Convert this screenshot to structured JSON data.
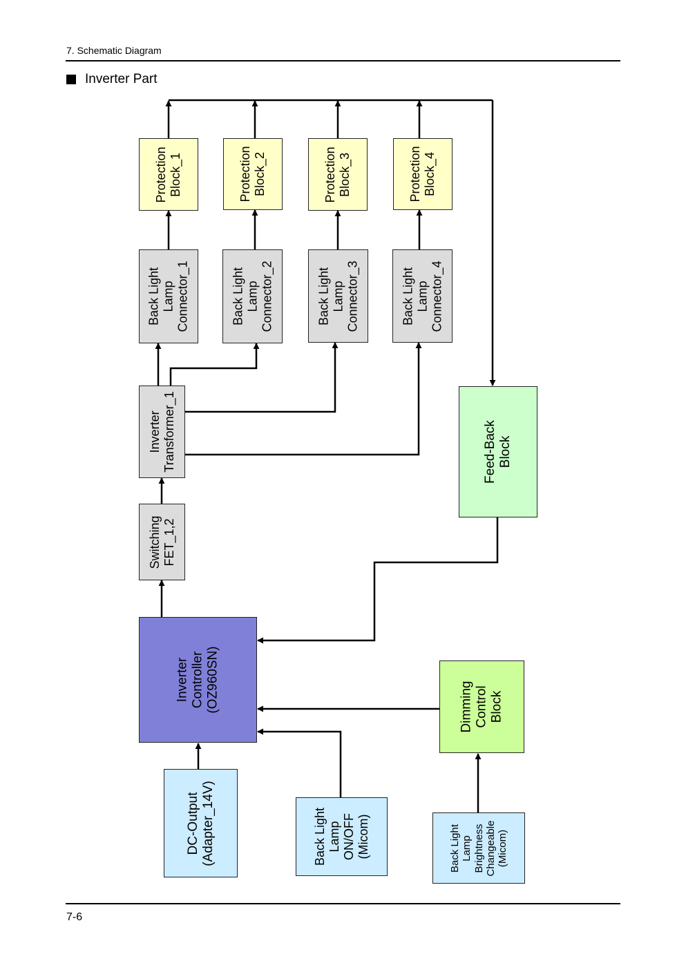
{
  "header": {
    "section_path": "7. Schematic Diagram"
  },
  "section": {
    "title": "Inverter Part"
  },
  "footer": {
    "page_number": "7-6"
  },
  "blocks": {
    "protection_1": "Protection\nBlock_1",
    "protection_2": "Protection\nBlock_2",
    "protection_3": "Protection\nBlock_3",
    "protection_4": "Protection\nBlock_4",
    "lamp_connector_1": "Back Light\nLamp\nConnector_1",
    "lamp_connector_2": "Back Light\nLamp\nConnector_2",
    "lamp_connector_3": "Back Light\nLamp\nConnector_3",
    "lamp_connector_4": "Back Light\nLamp\nConnector_4",
    "inverter_transformer": "Inverter\nTransformer_1",
    "switching_fet": "Switching\nFET_1,2",
    "inverter_controller": "Inverter\nController\n(OZ960SN)",
    "feedback": "Feed-Back\nBlock",
    "dimming_control": "Dimming\nControl\nBlock",
    "dc_output": "DC-Output\n(Adapter_14V)",
    "lamp_onoff": "Back Light\nLamp\nON/OFF\n(Micom)",
    "lamp_brightness": "Back Light\nLamp\nBrightness\nChangeable\n(Micom)"
  },
  "colors": {
    "protection": "#ffffc8",
    "connector": "#dcdcdc",
    "feedback": "#ccffcc",
    "dimming": "#ccff99",
    "input": "#ccecff",
    "controller": "#8080d8"
  }
}
